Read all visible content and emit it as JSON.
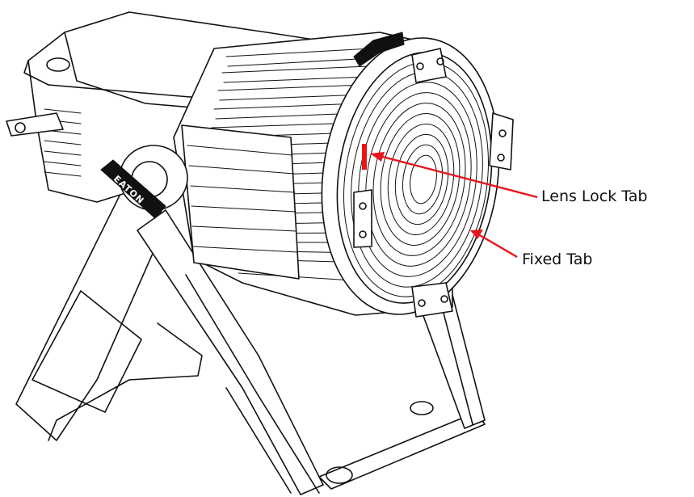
{
  "callouts": [
    {
      "id": "lens-lock-tab",
      "text": "Lens Lock Tab"
    },
    {
      "id": "fixed-tab",
      "text": "Fixed Tab"
    }
  ],
  "brand_text": "EATON",
  "colors": {
    "callout": "#e8141b",
    "line": "#111111",
    "background": "#ffffff"
  }
}
